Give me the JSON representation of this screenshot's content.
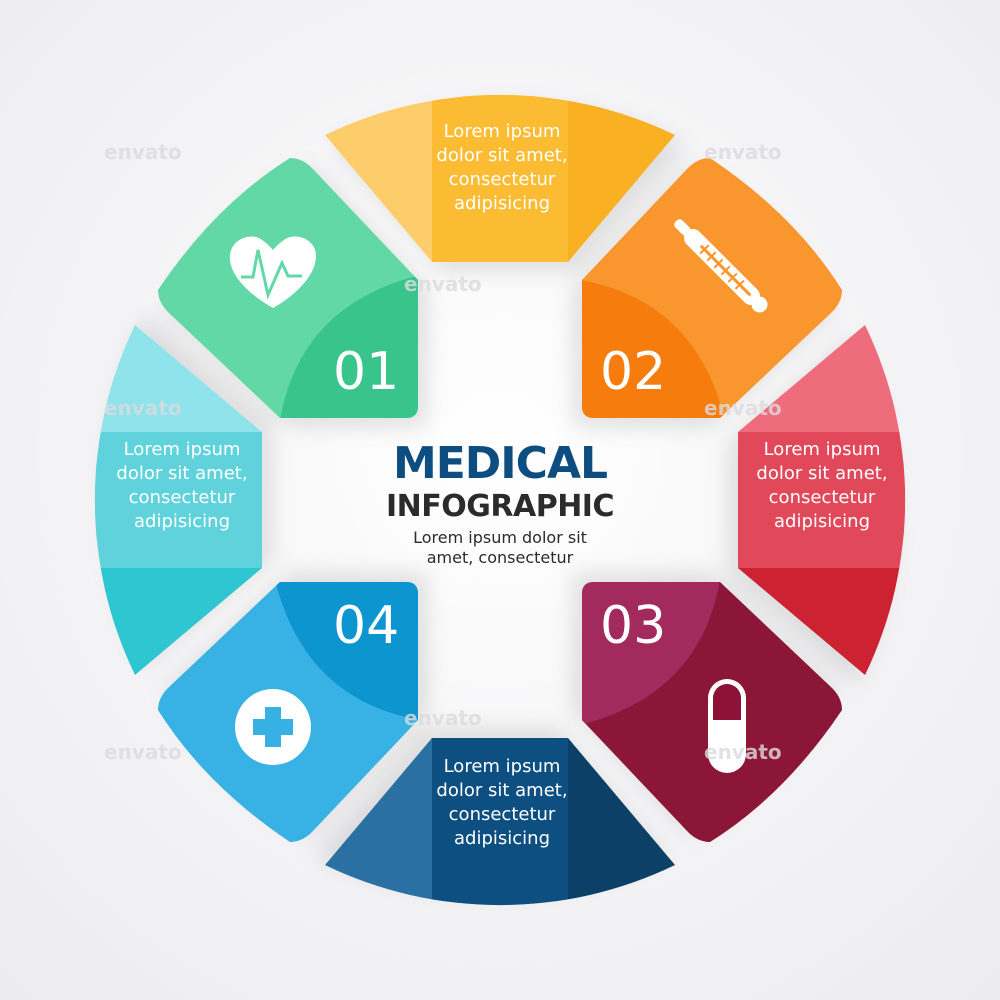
{
  "header": {
    "title_line1": "MEDICAL",
    "title_line2": "INFOGRAPHIC",
    "subtitle": "Lorem ipsum dolor sit amet, consectetur"
  },
  "segments": [
    {
      "position": "top",
      "text": "Lorem ipsum dolor sit amet, consectetur adipisicing",
      "colors": [
        "#fdcd6c",
        "#fbbb30",
        "#f9b022"
      ]
    },
    {
      "position": "right",
      "text": "Lorem ipsum dolor sit amet, consectetur adipisicing",
      "colors": [
        "#ef6c7c",
        "#e14a5a",
        "#cc2233"
      ]
    },
    {
      "position": "bottom",
      "text": "Lorem ipsum dolor sit amet, consectetur adipisicing",
      "colors": [
        "#0b3f66",
        "#0e4f80",
        "#2a70a2"
      ]
    },
    {
      "position": "left",
      "text": "Lorem ipsum dolor sit amet, consectetur adipisicing",
      "colors": [
        "#2ec6d1",
        "#60d2dc",
        "#8fe3eb"
      ]
    }
  ],
  "steps": [
    {
      "number": "01",
      "icon": "heart-pulse-icon",
      "color": "#62d8a7",
      "accent": "#37c48b"
    },
    {
      "number": "02",
      "icon": "thermometer-icon",
      "color": "#f9962e",
      "accent": "#f57b09"
    },
    {
      "number": "03",
      "icon": "pill-icon",
      "color": "#8c1239",
      "accent": "#a22a5c"
    },
    {
      "number": "04",
      "icon": "medical-cross-icon",
      "color": "#37b1e4",
      "accent": "#1195d0"
    }
  ],
  "watermark": "envato"
}
